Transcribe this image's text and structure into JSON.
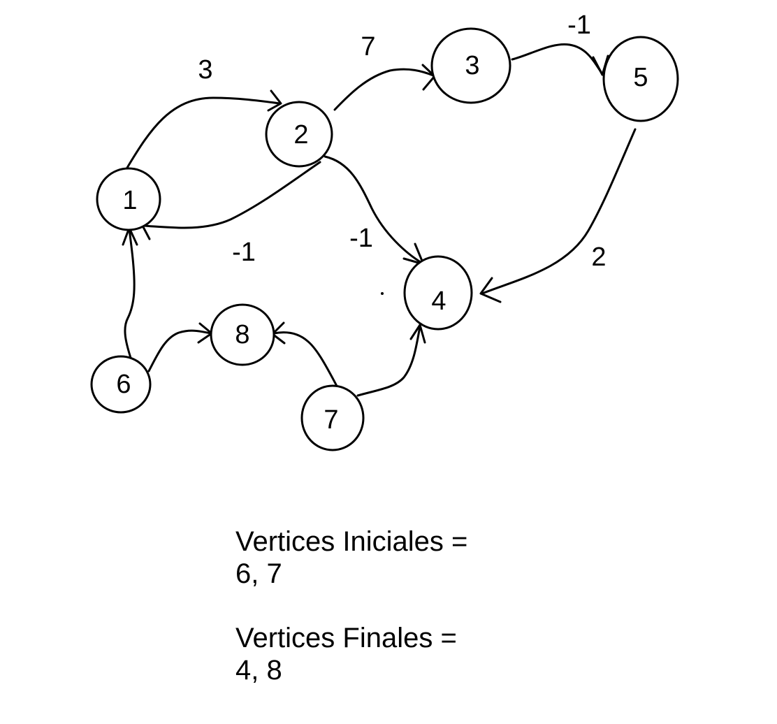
{
  "graph": {
    "nodes": [
      {
        "id": "1",
        "label": "1"
      },
      {
        "id": "2",
        "label": "2"
      },
      {
        "id": "3",
        "label": "3"
      },
      {
        "id": "4",
        "label": "4"
      },
      {
        "id": "5",
        "label": "5"
      },
      {
        "id": "6",
        "label": "6"
      },
      {
        "id": "7",
        "label": "7"
      },
      {
        "id": "8",
        "label": "8"
      }
    ],
    "edges": [
      {
        "from": "1",
        "to": "2",
        "weight": "3"
      },
      {
        "from": "2",
        "to": "3",
        "weight": "7"
      },
      {
        "from": "3",
        "to": "5",
        "weight": "-1"
      },
      {
        "from": "2",
        "to": "1",
        "weight": "-1"
      },
      {
        "from": "2",
        "to": "4",
        "weight": "-1"
      },
      {
        "from": "5",
        "to": "4",
        "weight": "2"
      },
      {
        "from": "6",
        "to": "1",
        "weight": ""
      },
      {
        "from": "6",
        "to": "8",
        "weight": ""
      },
      {
        "from": "7",
        "to": "8",
        "weight": ""
      },
      {
        "from": "7",
        "to": "4",
        "weight": ""
      }
    ]
  },
  "notes": {
    "initial_title": "Vertices Iniciales =",
    "initial_values": "6, 7",
    "final_title": "Vertices Finales =",
    "final_values": "4, 8"
  }
}
